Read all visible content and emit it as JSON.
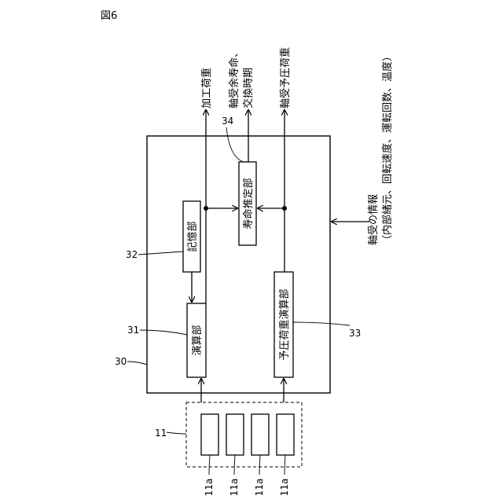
{
  "figure_label": "図6",
  "blocks": {
    "controller_ref": "30",
    "compute_unit": {
      "label": "演算部",
      "ref": "31"
    },
    "storage_unit": {
      "label": "記憶部",
      "ref": "32"
    },
    "preload_compute_unit": {
      "label": "予圧荷重演算部",
      "ref": "33"
    },
    "life_estimation_unit": {
      "label": "寿命推定部",
      "ref": "34"
    }
  },
  "sensor_group": {
    "ref": "11",
    "sensor_refs": [
      "11a",
      "11a",
      "11a",
      "11a"
    ]
  },
  "outputs": {
    "processing_load": "加工荷重",
    "remaining_life_line1": "軸受余寿命、",
    "remaining_life_line2": "交換時期",
    "preload": "軸受予圧荷重"
  },
  "input_info": {
    "line1": "軸受の情報",
    "line2": "（内部緒元、回転速度、運転回数、温度）"
  }
}
